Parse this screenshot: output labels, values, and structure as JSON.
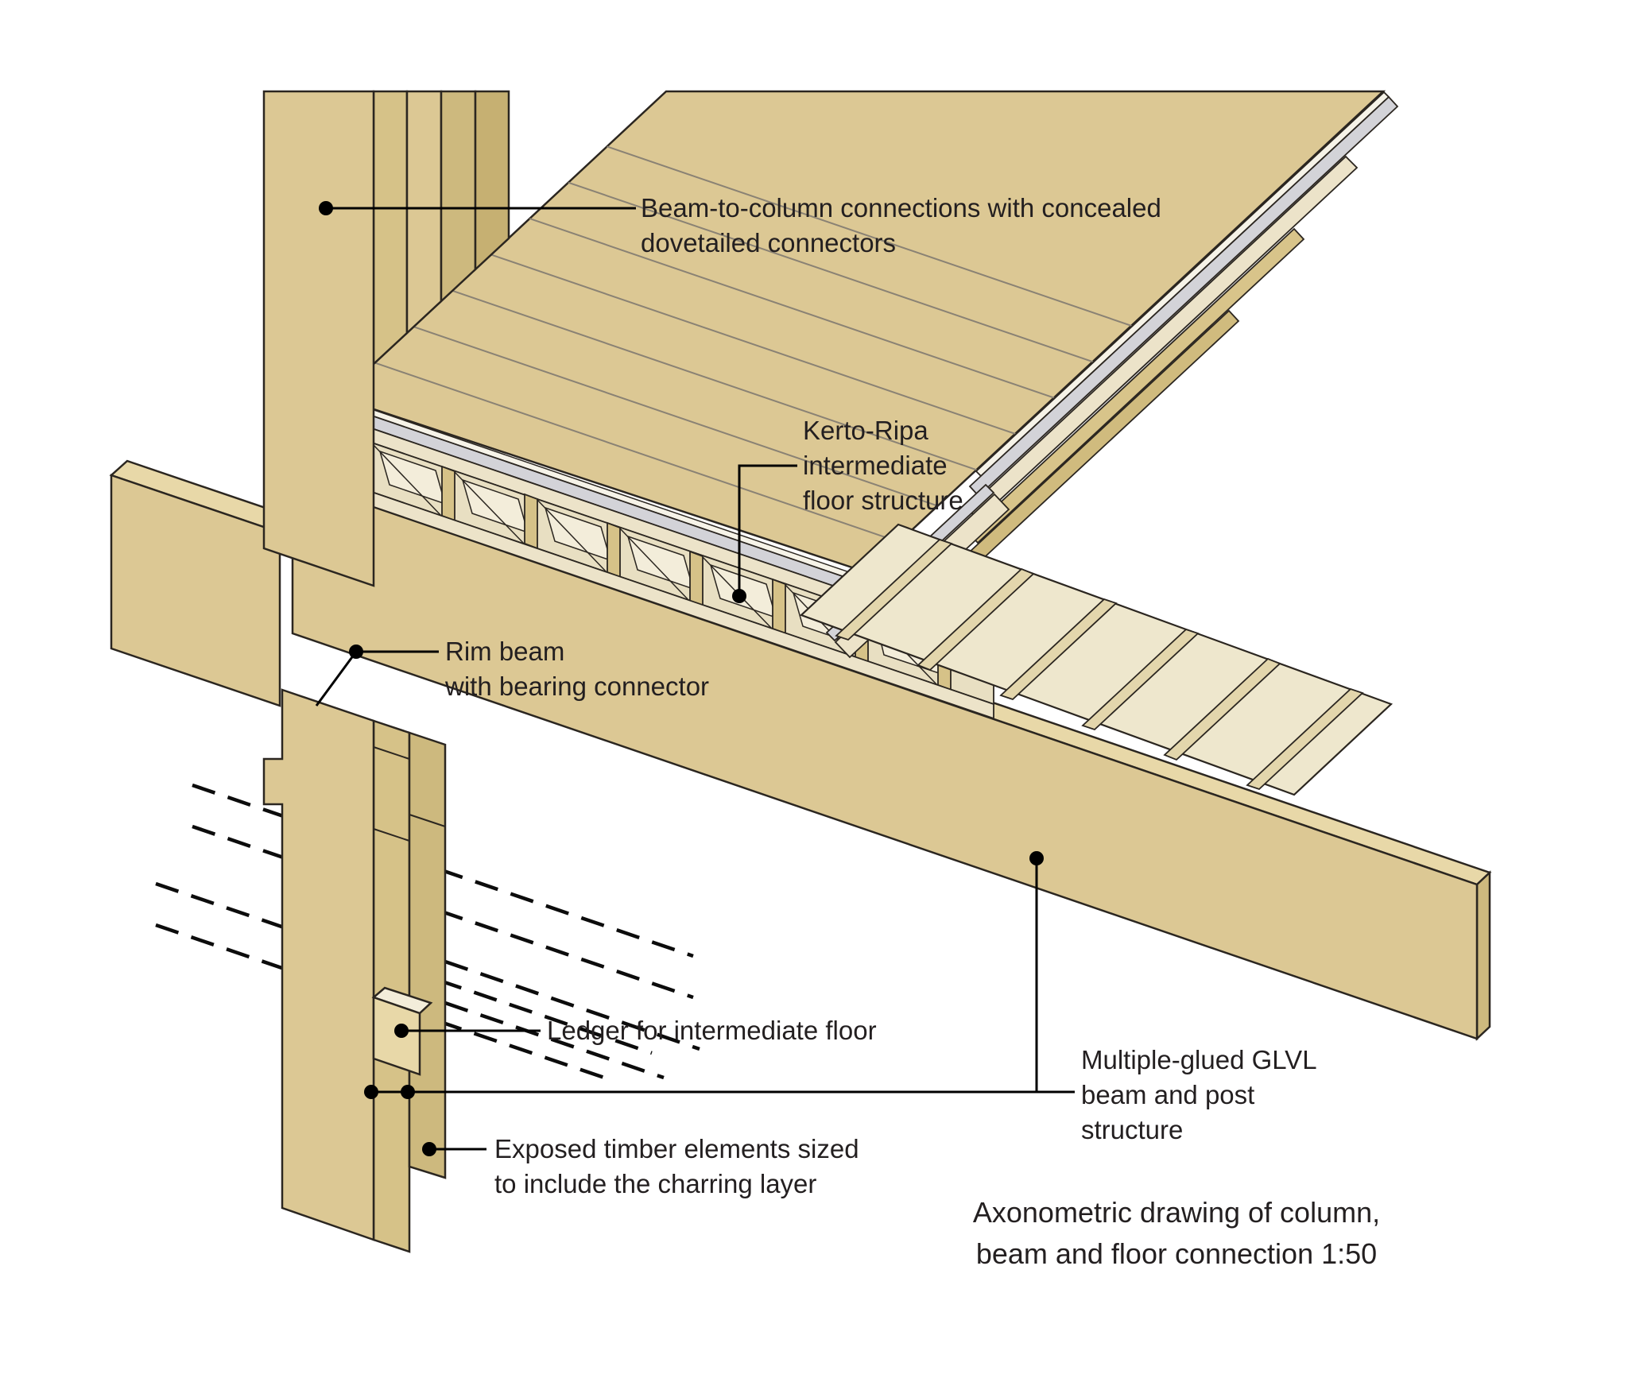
{
  "drawing_title": "Axonometric drawing of column, beam and floor connection 1:50",
  "labels": {
    "beam_to_column": {
      "line1": "Beam-to-column connections with concealed",
      "line2": "dovetailed connectors"
    },
    "kerto_ripa": {
      "line1": "Kerto-Ripa",
      "line2": "intermediate",
      "line3": "floor structure"
    },
    "rim_beam": {
      "line1": "Rim beam",
      "line2": "with bearing connector"
    },
    "ledger": {
      "text": "Ledger for intermediate floor"
    },
    "multiple_glued": {
      "line1": "Multiple-glued GLVL",
      "line2": "beam and post",
      "line3": "structure"
    },
    "exposed_timber": {
      "line1": "Exposed timber elements sized",
      "line2": "to include the charring layer"
    },
    "caption": {
      "line1": "Axonometric drawing of column,",
      "line2": "beam and floor connection 1:50"
    }
  },
  "scale_note": "1:50",
  "colors": {
    "wood": "#dcc894",
    "wood_light": "#e8d8a8",
    "wood_dark": "#d6c288",
    "wood_side": "#cdb97e",
    "wood_deep": "#c6b072",
    "cream": "#ece3c9",
    "pale": "#f3edda",
    "panel": "#eee7cd",
    "web_bg": "#e8dfc2",
    "gray_layer": "#d3d3d8",
    "outline": "#2b2620",
    "text": "#231f20",
    "plank_line": "#8a8274",
    "white_edge": "#f6f3e8",
    "batten": "#e3d6ac",
    "tan_step": "#d8c48a",
    "tan_step2": "#d0bb7e"
  }
}
